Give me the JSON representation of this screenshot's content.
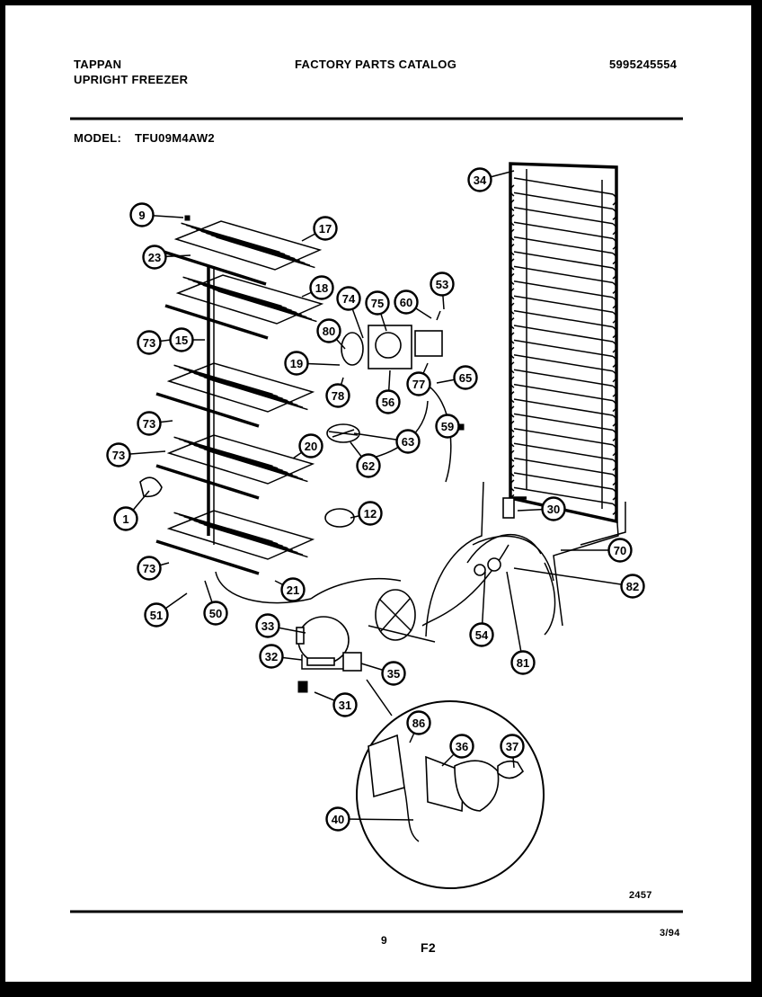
{
  "header": {
    "brand": "TAPPAN",
    "product": "UPRIGHT FREEZER",
    "catalog": "FACTORY PARTS CATALOG",
    "part_number": "5995245554",
    "model_label": "MODEL:",
    "model_value": "TFU09M4AW2"
  },
  "footer": {
    "drawing_number": "2457",
    "page": "9",
    "figure": "F2",
    "date": "3/94"
  },
  "callouts": [
    "9",
    "17",
    "23",
    "18",
    "74",
    "75",
    "60",
    "53",
    "73",
    "15",
    "80",
    "19",
    "78",
    "56",
    "77",
    "65",
    "73",
    "63",
    "59",
    "73",
    "20",
    "62",
    "1",
    "12",
    "30",
    "70",
    "73",
    "21",
    "82",
    "51",
    "50",
    "33",
    "32",
    "35",
    "54",
    "81",
    "31",
    "86",
    "36",
    "37",
    "40",
    "34"
  ]
}
